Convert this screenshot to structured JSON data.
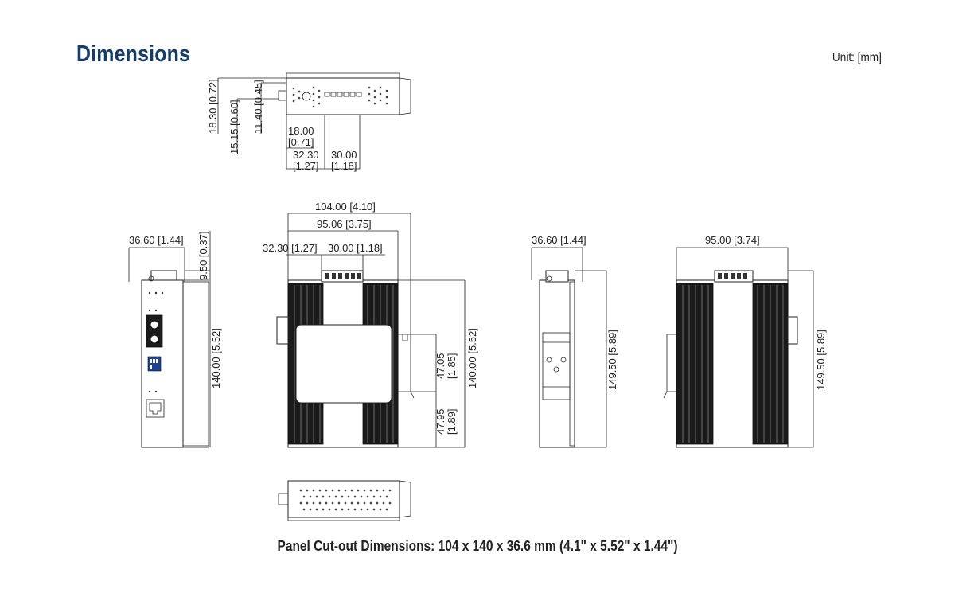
{
  "header": {
    "title": "Dimensions",
    "unit": "Unit: [mm]",
    "title_color": "#143d6b"
  },
  "top_view": {
    "dims": {
      "d1830": "18.30 [0.72]",
      "d1515": "15.15 [0.60]",
      "d1140": "11.40 [0.45]",
      "d1800_a": "18.00",
      "d1800_b": "[0.71]",
      "d3230_a": "32.30",
      "d3230_b": "[1.27]",
      "d3000_a": "30.00",
      "d3000_b": "[1.18]"
    }
  },
  "front_view": {
    "dims": {
      "d3660": "36.60 [1.44]",
      "d950": "9.50 [0.37]",
      "d14000": "140.00 [5.52]"
    }
  },
  "left_view": {
    "dims": {
      "d10400": "104.00 [4.10]",
      "d9506": "95.06 [3.75]",
      "d3230": "32.30 [1.27]",
      "d3000": "30.00 [1.18]",
      "d4705_a": "47.05",
      "d4705_b": "[1.85]",
      "d4795_a": "47.95",
      "d4795_b": "[1.89]",
      "d14000": "140.00 [5.52]"
    }
  },
  "rear_view": {
    "dims": {
      "d3660": "36.60 [1.44]",
      "d14950": "149.50 [5.89]"
    }
  },
  "right_view": {
    "dims": {
      "d9500": "95.00 [3.74]",
      "d14950": "149.50 [5.89]"
    }
  },
  "footer": {
    "caption": "Panel Cut-out Dimensions: 104 x 140 x 36.6 mm (4.1\" x 5.52\" x 1.44\")"
  }
}
